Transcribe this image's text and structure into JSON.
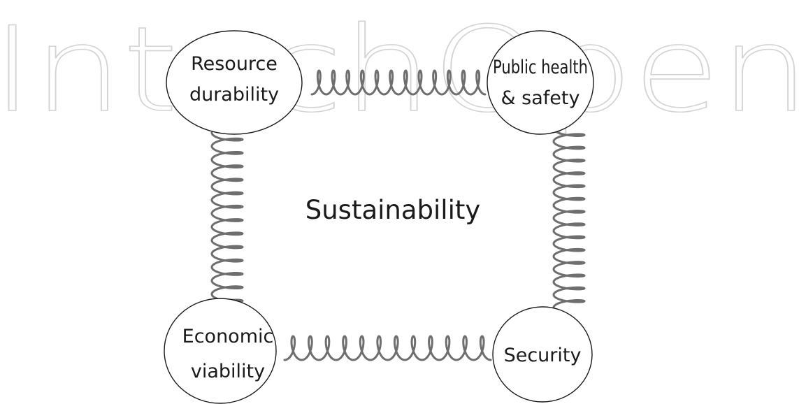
{
  "watermark": "IntechOpen",
  "center_label": "Sustainability",
  "nodes": {
    "resource_durability": {
      "lines": [
        "Resource",
        "durability"
      ]
    },
    "public_health": {
      "lines": [
        "Public health",
        "& safety"
      ]
    },
    "economic_viability": {
      "lines": [
        "Economic",
        "viability"
      ]
    },
    "security": {
      "lines": [
        "Security"
      ]
    }
  },
  "connections": [
    {
      "from": "resource_durability",
      "to": "public_health",
      "style": "spring"
    },
    {
      "from": "resource_durability",
      "to": "economic_viability",
      "style": "spring"
    },
    {
      "from": "public_health",
      "to": "security",
      "style": "spring"
    },
    {
      "from": "economic_viability",
      "to": "security",
      "style": "spring"
    }
  ],
  "colors": {
    "outline": "#1a1a1a",
    "spring_stroke": "#6e6e6e",
    "watermark": "#d4d4d4"
  }
}
